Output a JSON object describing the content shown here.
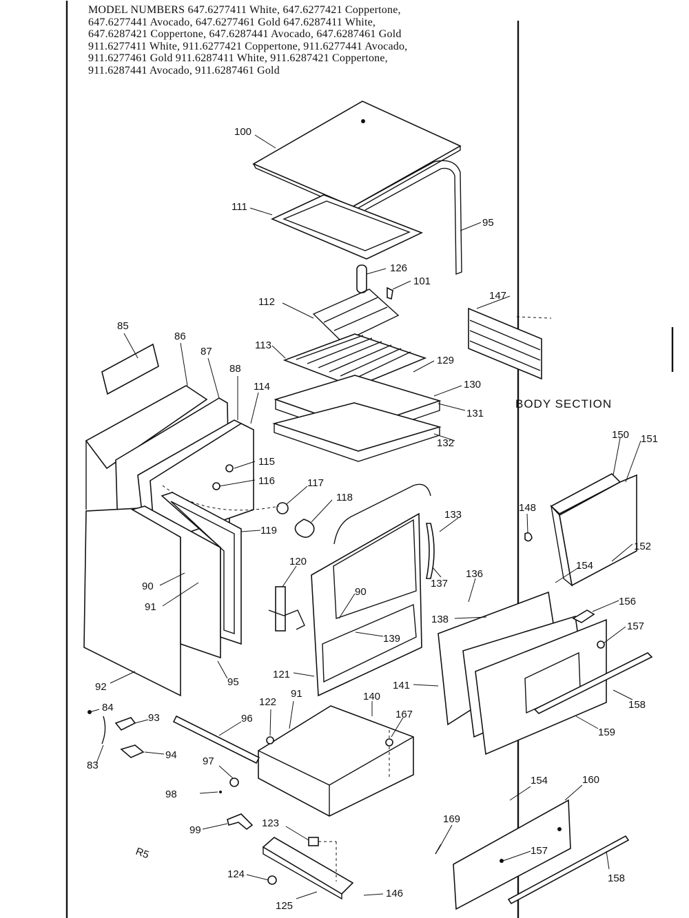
{
  "header": {
    "lines": [
      "MODEL NUMBERS 647.6277411 White, 647.6277421 Coppertone,",
      "647.6277441 Avocado, 647.6277461 Gold 647.6287411 White,",
      "647.6287421 Coppertone, 647.6287441 Avocado, 647.6287461 Gold",
      "911.6277411 White, 911.6277421 Coppertone, 911.6277441 Avocado,",
      "911.6277461 Gold 911.6287411 White, 911.6287421 Coppertone,",
      "911.6287441 Avocado, 911.6287461 Gold"
    ]
  },
  "section_title": "BODY SECTION",
  "part_numbers": [
    "100",
    "111",
    "95",
    "126",
    "101",
    "112",
    "147",
    "85",
    "86",
    "87",
    "88",
    "114",
    "113",
    "129",
    "130",
    "131",
    "132",
    "115",
    "116",
    "117",
    "118",
    "148",
    "150",
    "151",
    "152",
    "133",
    "119",
    "137",
    "120",
    "136",
    "154",
    "90",
    "91",
    "90",
    "138",
    "156",
    "139",
    "157",
    "92",
    "95",
    "121",
    "141",
    "158",
    "84",
    "93",
    "122",
    "91",
    "140",
    "167",
    "96",
    "159",
    "83",
    "94",
    "97",
    "98",
    "99",
    "123",
    "169",
    "154",
    "160",
    "157",
    "124",
    "146",
    "125",
    "158"
  ],
  "page_mark": "R5",
  "icons": [
    "exploded-parts-diagram"
  ]
}
